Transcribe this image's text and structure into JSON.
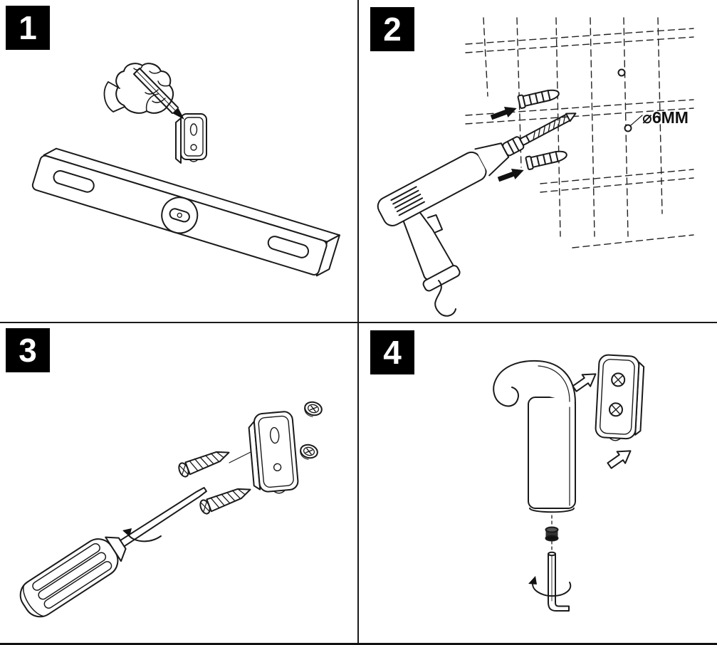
{
  "page": {
    "background": "#ffffff",
    "line_color": "#1a1a1a"
  },
  "steps": [
    {
      "number": "1",
      "name": "mark-position-with-spirit-level-and-pencil"
    },
    {
      "number": "2",
      "name": "drill-holes-and-insert-wall-anchors"
    },
    {
      "number": "3",
      "name": "screw-mounting-plate-to-wall"
    },
    {
      "number": "4",
      "name": "slide-hook-onto-plate-and-tighten-set-screw"
    }
  ],
  "labels": {
    "drill_diameter": "⌀6MM"
  },
  "icons": [
    "spirit-level",
    "hand-with-pencil",
    "wall-bracket-plate",
    "power-drill",
    "wall-anchor",
    "direction-arrow",
    "drill-hole",
    "screwdriver",
    "screw",
    "screw-head",
    "rotation-arrow",
    "wall-hook",
    "set-screw",
    "allen-key"
  ]
}
